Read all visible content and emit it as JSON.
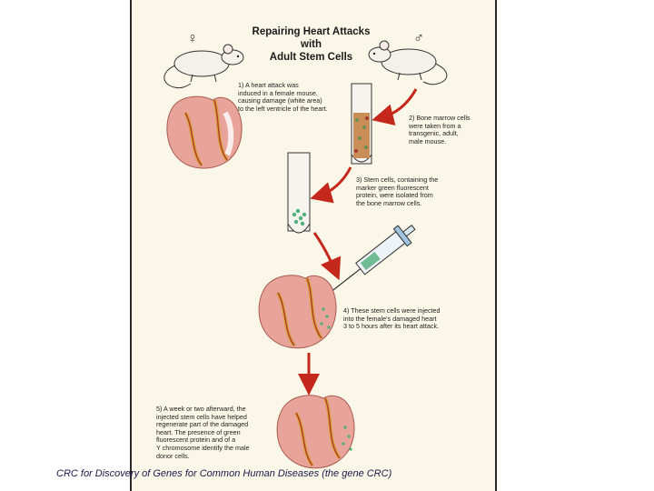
{
  "figure": {
    "title_line1": "Repairing Heart Attacks",
    "title_line2": "with",
    "title_line3": "Adult Stem Cells",
    "female_symbol": "♀",
    "male_symbol": "♂",
    "steps": [
      "1)  A heart attack was\ninduced in a female mouse,\ncausing damage (white area)\nto the left ventricle of the heart.",
      "2)  Bone marrow cells\nwere taken from a\ntransgenic, adult,\nmale mouse.",
      "3)  Stem cells, containing the\nmarker green fluorescent\nprotein, were isolated from\nthe bone marrow cells.",
      "4)  These stem cells were injected\ninto the female's damaged heart\n3 to 5 hours after its heart attack.",
      "5)  A week or two afterward, the\ninjected stem cells have helped\nregenerate part of the damaged\nheart. The presence of green\nfluorescent protein and of a\nY chromosome identify the male\ndonor cells."
    ]
  },
  "caption": "CRC for Discovery of Genes for Common Human Diseases (the gene CRC)",
  "colors": {
    "heart": "#e8a49a",
    "heart_dark": "#c2665c",
    "vessel": "#d8a23a",
    "arrow": "#c4281c",
    "stem_cells": "#4fae7a"
  },
  "icons": [
    "female-mouse-icon",
    "male-mouse-icon",
    "heart-icon",
    "test-tube-icon",
    "syringe-icon",
    "arrow-icon"
  ]
}
